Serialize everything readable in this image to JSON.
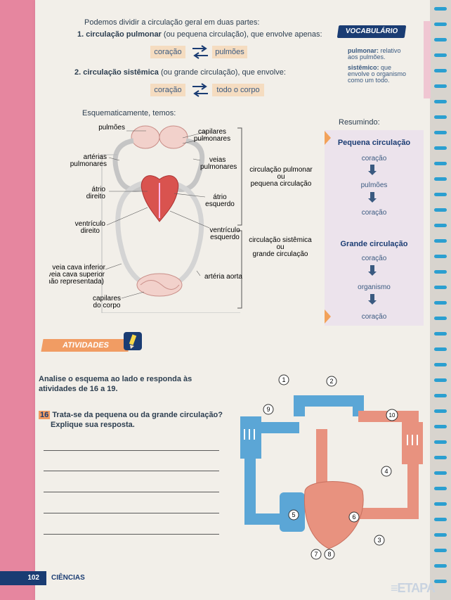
{
  "intro": "Podemos dividir a circulação geral em duas partes:",
  "item1": {
    "number": "1.",
    "bold": "circulação pulmonar",
    "rest": "(ou pequena circulação), que envolve apenas:",
    "from": "coração",
    "to": "pulmões"
  },
  "item2": {
    "number": "2.",
    "bold": "circulação sistêmica",
    "rest": "(ou grande circulação), que envolve:",
    "from": "coração",
    "to": "todo o corpo"
  },
  "vocabulary": {
    "tag": "VOCABULÁRIO",
    "term1": "pulmonar:",
    "def1a": "relativo",
    "def1b": "aos pulmões.",
    "term2": "sistêmico:",
    "def2a": "que",
    "def2b": "envolve o organismo",
    "def2c": "como um todo."
  },
  "schema_label": "Esquematicamente, temos:",
  "diagram": {
    "pulmoes": "pulmões",
    "capilares_pulm_1": "capilares",
    "capilares_pulm_2": "pulmonares",
    "arterias_1": "artérias",
    "arterias_2": "pulmonares",
    "veias_1": "veias",
    "veias_2": "pulmonares",
    "atrio_dir_1": "átrio",
    "atrio_dir_2": "direito",
    "atrio_esq_1": "átrio",
    "atrio_esq_2": "esquerdo",
    "ventr_dir_1": "ventrículo",
    "ventr_dir_2": "direito",
    "ventr_esq_1": "ventrículo",
    "ventr_esq_2": "esquerdo",
    "veia_cava_1": "veia cava inferior",
    "veia_cava_2": "(veia cava superior",
    "veia_cava_3": "não representada)",
    "aorta": "artéria aorta",
    "capilares_corpo_1": "capilares",
    "capilares_corpo_2": "do corpo",
    "pulm_circ_1": "circulação pulmonar",
    "pulm_circ_2": "ou",
    "pulm_circ_3": "pequena circulação",
    "sist_circ_1": "circulação sistêmica",
    "sist_circ_2": "ou",
    "sist_circ_3": "grande circulação"
  },
  "summary": {
    "label": "Resumindo:",
    "small_title": "Pequena circulação",
    "small_steps": [
      "coração",
      "pulmões",
      "coração"
    ],
    "large_title": "Grande circulação",
    "large_steps": [
      "coração",
      "organismo",
      "coração"
    ]
  },
  "activities": {
    "tag": "ATIVIDADES",
    "intro_1": "Analise o esquema ao lado e responda às",
    "intro_2": "atividades de",
    "intro_from": "16",
    "intro_mid": "a",
    "intro_to": "19.",
    "q16_num": "16",
    "q16_line1": "Trata-se da pequena ou da grande circulação?",
    "q16_line2": "Explique sua resposta."
  },
  "figure_numbers": [
    "1",
    "2",
    "3",
    "4",
    "5",
    "6",
    "7",
    "8",
    "9",
    "10"
  ],
  "footer": {
    "page": "102",
    "subject": "CIÊNCIAS",
    "brand": "≡ETAPA"
  },
  "colors": {
    "navy": "#1a3c73",
    "orange": "#f19c63",
    "blue_vessel": "#5ba6d6",
    "red_vessel": "#e8927f",
    "pink": "#e6869f"
  }
}
